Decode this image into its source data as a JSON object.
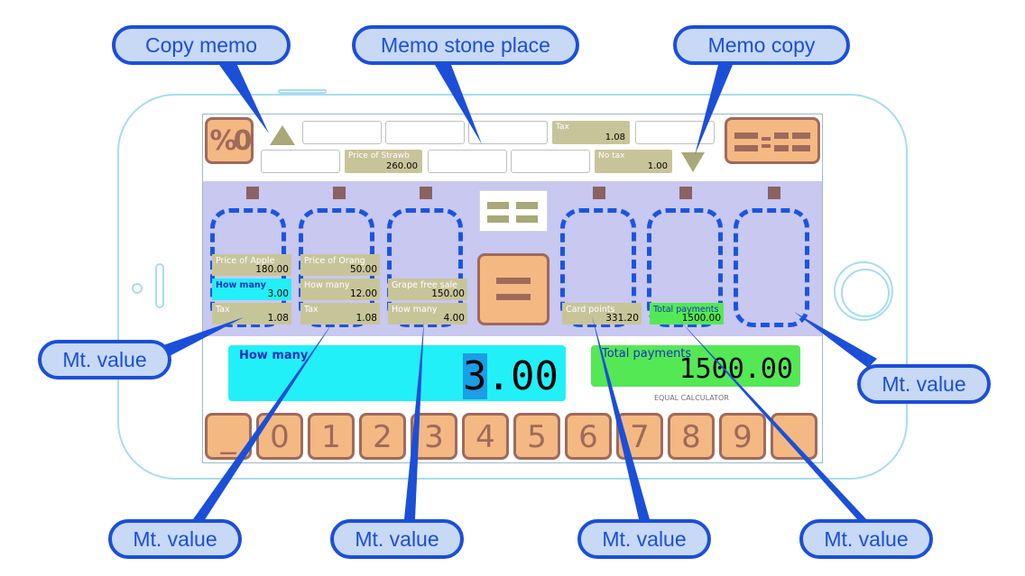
{
  "callouts": {
    "copy_memo": "Copy memo",
    "memo_stone_place": "Memo stone place",
    "memo_copy": "Memo copy",
    "mt_value": "Mt. value"
  },
  "top_buttons": {
    "percent": "%0",
    "equal_memo": "==="
  },
  "memo_row1": [
    {
      "label": "",
      "value": ""
    },
    {
      "label": "",
      "value": ""
    },
    {
      "label": "",
      "value": ""
    },
    {
      "label": "Tax",
      "value": "1.08"
    },
    {
      "label": "",
      "value": ""
    }
  ],
  "memo_row2": [
    {
      "label": "",
      "value": ""
    },
    {
      "label": "Price of Strawb",
      "value": "260.00"
    },
    {
      "label": "",
      "value": ""
    },
    {
      "label": "",
      "value": ""
    },
    {
      "label": "No tax",
      "value": "1.00"
    }
  ],
  "stones": {
    "s1": [
      {
        "label": "Price of Apple",
        "value": "180.00"
      },
      {
        "label": "How many",
        "value": "3.00"
      },
      {
        "label": "Tax",
        "value": "1.08"
      }
    ],
    "s2": [
      {
        "label": "Price of Orang",
        "value": "50.00"
      },
      {
        "label": "How many",
        "value": "12.00"
      },
      {
        "label": "Tax",
        "value": "1.08"
      }
    ],
    "s3": [
      {
        "label": "Grape free sale",
        "value": "150.00"
      },
      {
        "label": "How many",
        "value": "4.00"
      }
    ],
    "s5": [
      {
        "label": "Card points",
        "value": "331.20"
      }
    ],
    "s6": [
      {
        "label": "Total payments",
        "value": "1500.00"
      }
    ]
  },
  "equal_button": "=",
  "input_display": {
    "label": "How many",
    "value_selected": "3",
    "value_rest": ".00"
  },
  "result_display": {
    "label": "Total payments",
    "value": "1500.00"
  },
  "app_name": "EQUAL CALCULATOR",
  "keypad": [
    "_",
    "0",
    "1",
    "2",
    "3",
    "4",
    "5",
    "6",
    "7",
    "8",
    "9",
    "."
  ],
  "colors": {
    "accent_blue": "#1b4fd8",
    "key_orange": "#f4b882",
    "key_border": "#9e6a5c",
    "input_cyan": "#22f0f8",
    "result_green": "#55e855",
    "stone_area": "#c8c8f0"
  }
}
